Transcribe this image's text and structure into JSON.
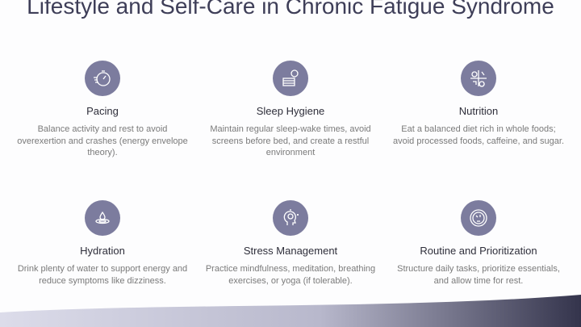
{
  "title": "Lifestyle and Self-Care in Chronic Fatigue Syndrome",
  "colors": {
    "icon_bg": "#7c7c9e",
    "wave_left": "#dcdcea",
    "wave_right": "#34344c"
  },
  "cards": [
    {
      "icon": "stopwatch-icon",
      "title": "Pacing",
      "description": "Balance activity and rest to avoid overexertion and crashes (energy envelope theory)."
    },
    {
      "icon": "bed-clock-icon",
      "title": "Sleep Hygiene",
      "description": "Maintain regular sleep-wake times, avoid screens before bed, and create a restful environment"
    },
    {
      "icon": "food-icon",
      "title": "Nutrition",
      "description": "Eat a balanced diet rich in whole foods; avoid processed foods, caffeine, and sugar."
    },
    {
      "icon": "water-drop-icon",
      "title": "Hydration",
      "description": "Drink plenty of water to support energy and reduce symptoms like dizziness."
    },
    {
      "icon": "mind-head-icon",
      "title": "Stress Management",
      "description": "Practice mindfulness, meditation, breathing exercises, or yoga (if tolerable)."
    },
    {
      "icon": "routine-icon",
      "title": "Routine and Prioritization",
      "description": "Structure daily tasks, prioritize essentials, and allow time for rest."
    }
  ]
}
